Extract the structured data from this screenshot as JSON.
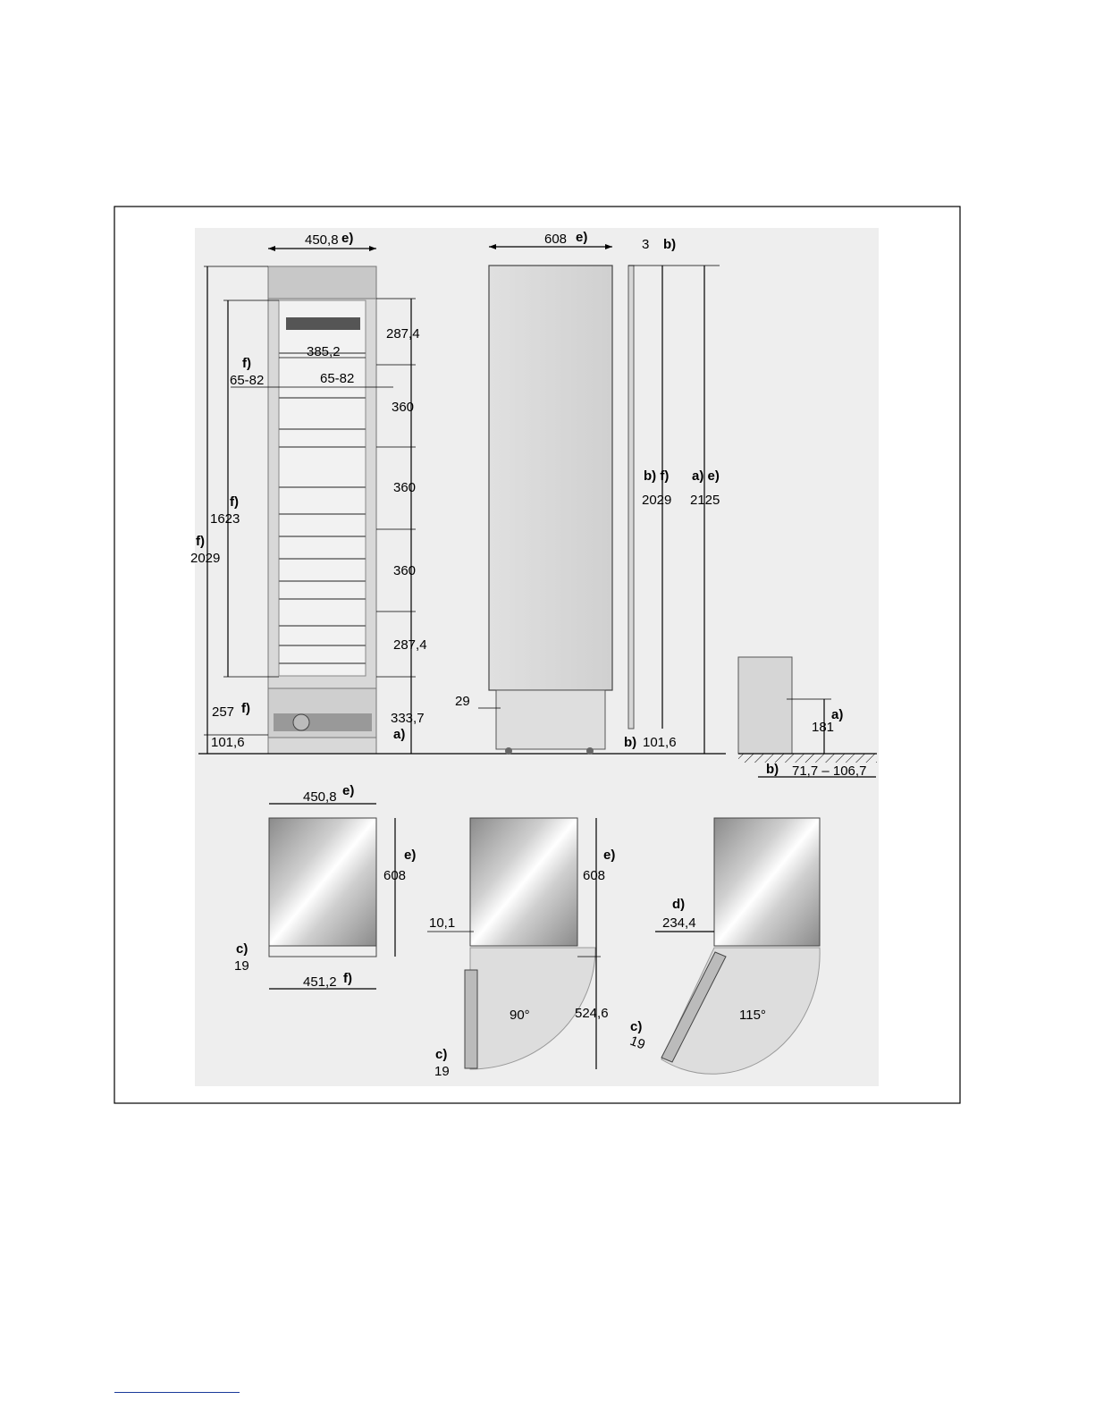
{
  "colors": {
    "frame": "#000000",
    "background_panel": "#eeeeee",
    "panel_steel": "#d8d8d8",
    "door_gradient_dark": "#8f8f8f"
  },
  "front_view": {
    "width_top": "450,8",
    "width_top_tag": "e)",
    "inner_width": "385,2",
    "spacing_left": "65-82",
    "spacing_right": "65-82",
    "spacing_tag": "f)",
    "h1": "287,4",
    "h2": "360",
    "h3": "360",
    "h4": "360",
    "h5": "287,4",
    "h6": "333,7",
    "h6_tag": "a)",
    "left_total": "2029",
    "left_total_tag": "f)",
    "left_inner": "1623",
    "left_inner_tag": "f)",
    "left_base": "257",
    "left_base_tag": "f)",
    "left_bottom": "101,6"
  },
  "side_view": {
    "depth": "608",
    "depth_tag": "e)",
    "gap_top": "3",
    "gap_top_tag": "b)",
    "door_height": "2029",
    "door_height_tag": "b) f)",
    "total_height": "2125",
    "total_height_tag": "a) e)",
    "plinth_offset": "29",
    "base_height": "101,6",
    "base_height_tag": "b)"
  },
  "detail_view": {
    "height": "181",
    "height_tag": "a)",
    "range": "71,7 – 106,7",
    "range_tag": "b)"
  },
  "top_view_closed": {
    "width": "450,8",
    "width_tag": "e)",
    "depth": "608",
    "depth_tag": "e)",
    "door_thickness": "19",
    "door_tag": "c)",
    "door_width": "451,2",
    "door_width_tag": "f)"
  },
  "top_view_90": {
    "offset": "10,1",
    "depth": "608",
    "depth_tag": "e)",
    "swing": "524,6",
    "angle": "90°",
    "door_thickness": "19",
    "door_tag": "c)"
  },
  "top_view_115": {
    "clearance": "234,4",
    "clearance_tag": "d)",
    "angle": "115°",
    "door_thickness": "19",
    "door_tag": "c)"
  }
}
